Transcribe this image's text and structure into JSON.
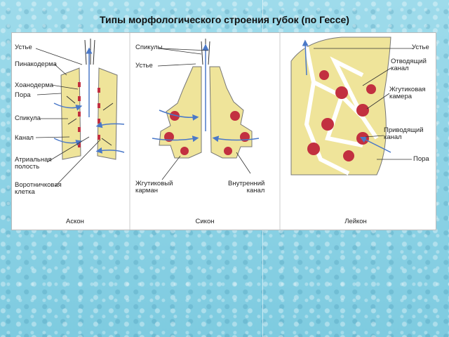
{
  "title": "Типы морфологического строения губок (по Гессе)",
  "ascon": {
    "caption": "Аскон",
    "labels": {
      "ustye": "Устье",
      "pinacoderm": "Пинакодерма",
      "choanoderm": "Хоанодерма",
      "pora": "Пора",
      "spicula": "Спикула",
      "canal": "Канал",
      "atrial": "Атриальная\nполость",
      "collar": "Воротничковая\nклетка"
    }
  },
  "sycon": {
    "caption": "Сикон",
    "labels": {
      "spicules": "Спикулы",
      "ustye": "Устье",
      "flag_pocket": "Жгутиковый\nкарман",
      "inner_canal": "Внутренний\nканал"
    }
  },
  "leucon": {
    "caption": "Лейкон",
    "labels": {
      "ustye": "Устье",
      "outgoing": "Отводящий\nканал",
      "flag_chamber": "Жгутиковая\nкамера",
      "incoming": "Приводящий\nканал",
      "pora": "Пора"
    }
  },
  "colors": {
    "body": "#efe49a",
    "cell": "#c23040",
    "water": "#4a78c8",
    "outline": "#666666"
  }
}
